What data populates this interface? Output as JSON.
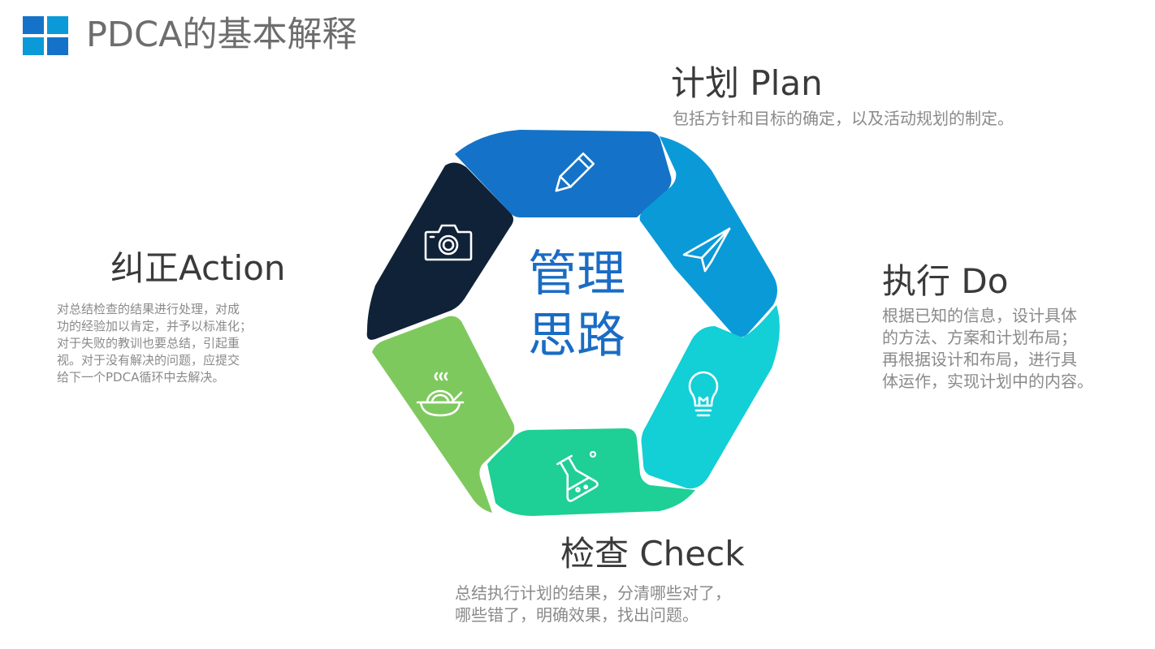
{
  "title": "PDCA的基本解释",
  "colors": {
    "plan": "#1473c8",
    "do": "#0b9ad8",
    "check_segment": "#13cfd6",
    "check_bottom": "#1ecf96",
    "action_green": "#7ec95e",
    "action_dark": "#0f2237",
    "accent_text": "#1a6cc4"
  },
  "center": {
    "line1": "管理",
    "line2": "思路"
  },
  "plan": {
    "heading": "计划 Plan",
    "desc": "包括方针和目标的确定，以及活动规划的制定。"
  },
  "do": {
    "heading": "执行 Do",
    "desc": "根据已知的信息，设计具体\n的方法、方案和计划布局；\n再根据设计和布局，进行具\n体运作，实现计划中的内容。"
  },
  "check": {
    "heading": "检查 Check",
    "desc": "总结执行计划的结果，分清哪些对了，\n哪些错了，明确效果，找出问题。"
  },
  "action": {
    "heading": "纠正Action",
    "desc": "对总结检查的结果进行处理，对成\n功的经验加以肯定，并予以标准化；\n对于失败的教训也要总结，引起重\n视。对于没有解决的问题，应提交\n给下一个PDCA循环中去解决。"
  },
  "icons": [
    "pencil-icon",
    "paper-plane-icon",
    "lightbulb-icon",
    "flask-icon",
    "food-bowl-icon",
    "camera-icon"
  ]
}
